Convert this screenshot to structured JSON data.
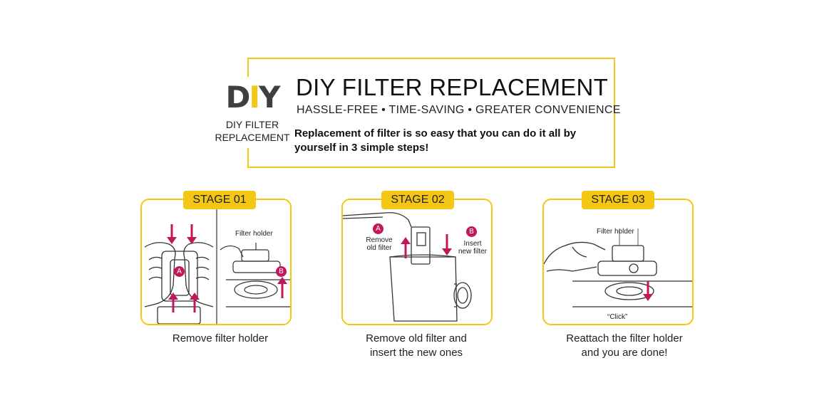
{
  "header": {
    "logo": {
      "mark": "DIY",
      "caption_line1": "DIY FILTER",
      "caption_line2": "REPLACEMENT"
    },
    "title": "DIY FILTER REPLACEMENT",
    "tagline": "HASSLE-FREE • TIME-SAVING • GREATER CONVENIENCE",
    "intro": "Replacement of filter is so easy that you can do it all by yourself in 3 simple steps!"
  },
  "colors": {
    "accent": "#f5c715",
    "arrow": "#c2185b",
    "line_art": "#333333"
  },
  "stages": [
    {
      "badge": "STAGE 01",
      "caption": "Remove filter holder",
      "labels": {
        "filter_holder": "Filter holder",
        "marker_a": "A",
        "marker_b": "B"
      }
    },
    {
      "badge": "STAGE 02",
      "caption_line1": "Remove old filter and",
      "caption_line2": "insert the new ones",
      "labels": {
        "marker_a": "A",
        "remove_line1": "Remove",
        "remove_line2": "old filter",
        "marker_b": "B",
        "insert_line1": "Insert",
        "insert_line2": "new filter"
      }
    },
    {
      "badge": "STAGE 03",
      "caption_line1": "Reattach the filter holder",
      "caption_line2": "and you are done!",
      "labels": {
        "filter_holder": "Filter holder",
        "click": "“Click”"
      }
    }
  ]
}
